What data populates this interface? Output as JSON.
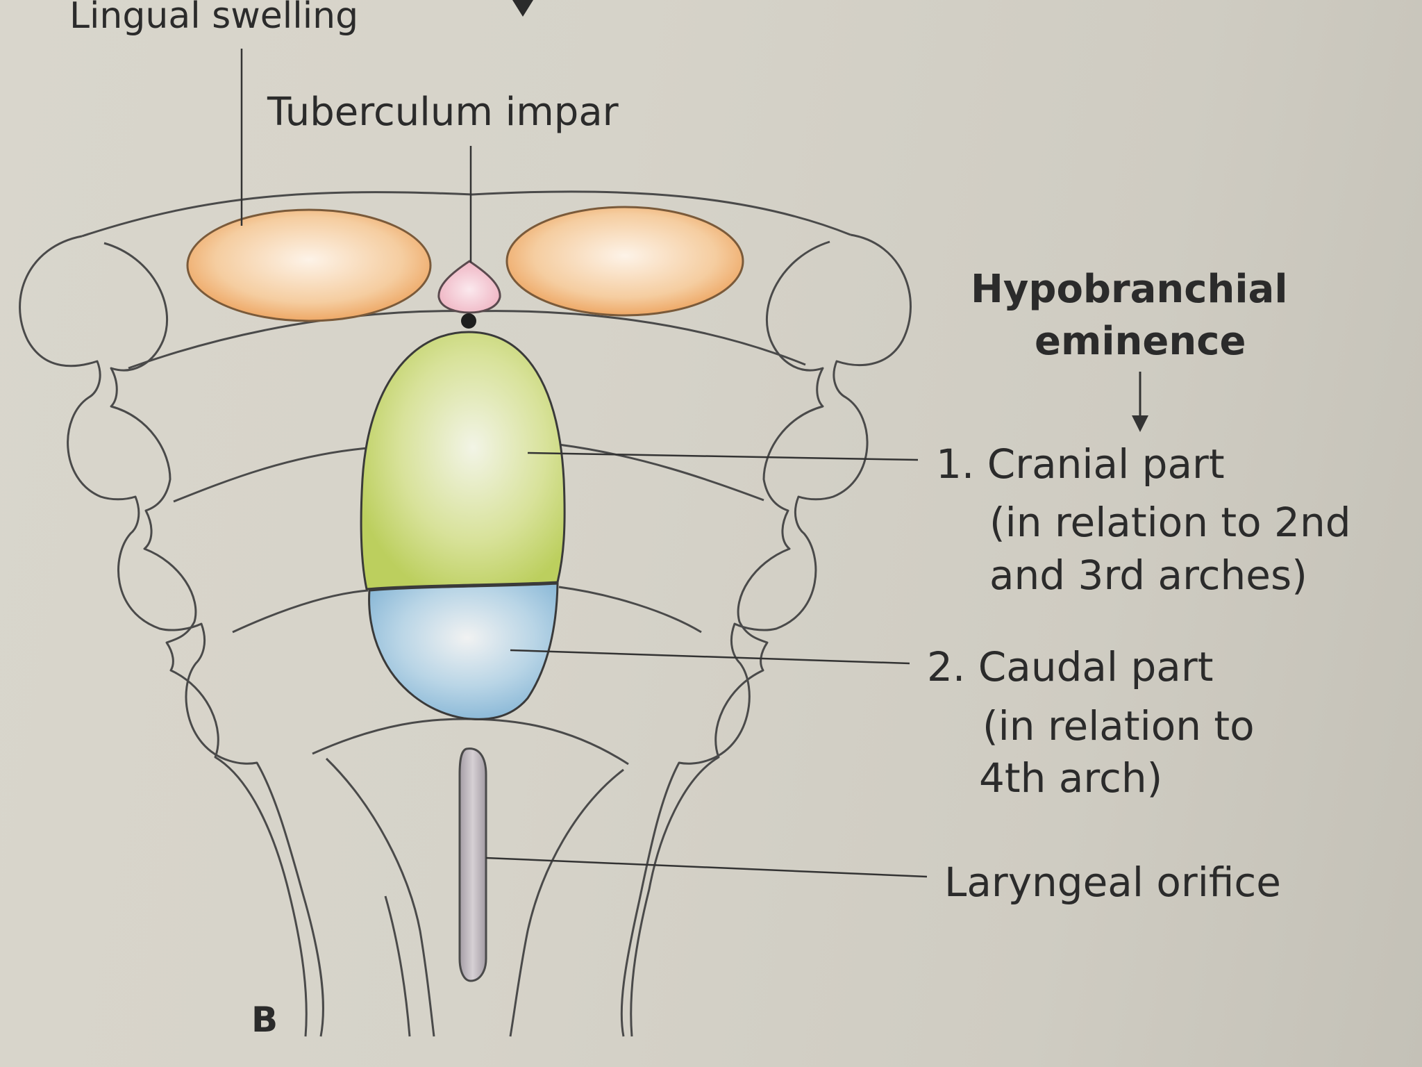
{
  "figure_letter": "B",
  "labels": {
    "lingual_swelling": "Lingual swelling",
    "tuberculum_impar": "Tuberculum impar",
    "hypobranchial_line1": "Hypobranchial",
    "hypobranchial_line2": "eminence",
    "cranial_line1": "1. Cranial part",
    "cranial_line2": "(in relation to 2nd",
    "cranial_line3": "and 3rd arches)",
    "caudal_line1": "2. Caudal part",
    "caudal_line2": "(in relation to",
    "caudal_line3": "4th arch)",
    "laryngeal_orifice": "Laryngeal orifice"
  },
  "colors": {
    "lingual_swelling": "#f0b77e",
    "tuberculum_impar": "#f2c2cc",
    "cranial_part": "#c9d97a",
    "caudal_part": "#9ec6e0",
    "laryngeal_orifice": "#b9b2b8",
    "outline": "#4a4a4a"
  },
  "icons": {
    "arrow_top": "down-arrow-icon",
    "arrow_hypobranchial": "down-arrow-icon"
  }
}
